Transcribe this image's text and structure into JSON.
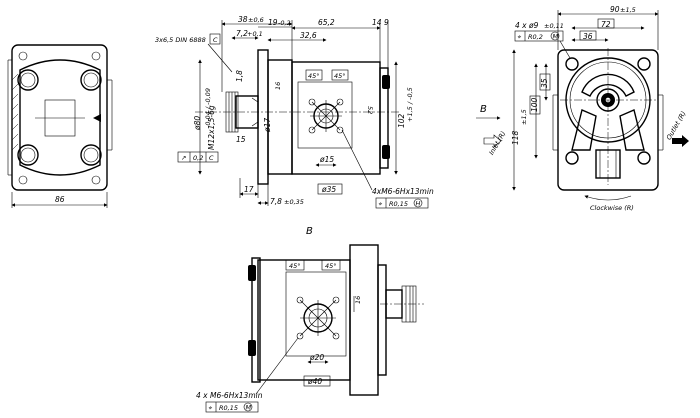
{
  "labels": {
    "front": {
      "width_86": "86"
    },
    "side": {
      "thread_3x65": "3x6,5 DIN 6888",
      "datum_c": "C",
      "d38": "38",
      "d38_tol": "±0,6",
      "d19": "19",
      "d19_tol": "-0,2",
      "d652": "65,2",
      "d14": "14",
      "d9": "9",
      "d72": "7,2",
      "d72_tol": "+0,1",
      "d326": "32,6",
      "d18": "1,8",
      "d16": "16",
      "ang45a": "45°",
      "ang45b": "45°",
      "d80": "ø80",
      "d80_tol": "-0,04 / -0,09",
      "m12": "M12x1,5-6g",
      "d17": "ø17",
      "ang15": "15",
      "d52": "52",
      "d102": "102",
      "d102_tol": "+1,5 / -0,5",
      "d15dia": "ø15",
      "d35dia": "ø35",
      "tol_parallel": "↗",
      "tol_02": "0,2",
      "tol_c": "C",
      "d17b": "17",
      "d78": "7,8",
      "d78_tol": "±0,35",
      "holes": "4xM6-6Hx13min",
      "pos_symbol": "⌖",
      "pos_value": "R0,15",
      "pos_mod": "H"
    },
    "rear": {
      "holes": "4 x ø9",
      "holes_tol": "±0,11",
      "pos_symbol": "⌖",
      "pos_value": "R0,2",
      "pos_mod": "M",
      "d90": "90",
      "d90_tol": "±1,5",
      "d72": "72",
      "d36": "36",
      "d35": "35",
      "d100": "100",
      "d118": "118",
      "d118_tol": "±1,5",
      "inlet": "Inlet (R)",
      "outlet": "Outlet (R)",
      "clockwise": "Clockwise (R)",
      "view_b_arrow": "B"
    },
    "bottom": {
      "view_b": "B",
      "ang45a": "45°",
      "ang45b": "45°",
      "d16": "16",
      "d20dia": "ø20",
      "d40dia": "ø40",
      "holes": "4 x M6-6Hx13min",
      "pos_symbol": "⌖",
      "pos_value": "R0,15",
      "pos_mod": "M"
    }
  }
}
